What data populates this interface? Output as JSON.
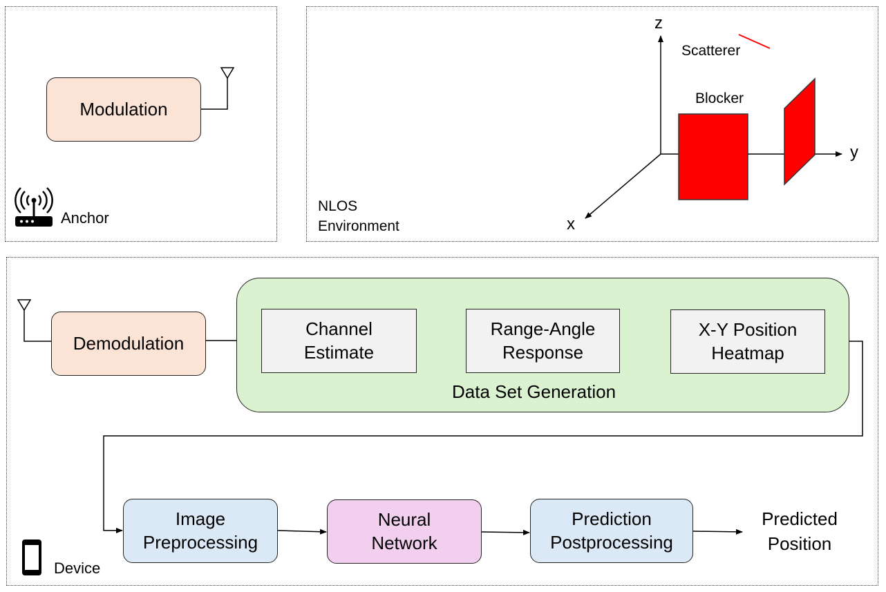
{
  "anchor_panel": {
    "modulation": "Modulation",
    "label": "Anchor"
  },
  "nlos_panel": {
    "label_line1": "NLOS",
    "label_line2": "Environment",
    "axis_x": "x",
    "axis_y": "y",
    "axis_z": "z",
    "scatterer": "Scatterer",
    "blocker": "Blocker"
  },
  "device_panel": {
    "demodulation": "Demodulation",
    "data_set_generation": "Data Set Generation",
    "channel_estimate": [
      "Channel",
      "Estimate"
    ],
    "range_angle": [
      "Range-Angle",
      "Response"
    ],
    "xy_heatmap": [
      "X-Y Position",
      "Heatmap"
    ],
    "image_preprocessing": [
      "Image",
      "Preprocessing"
    ],
    "neural_network": [
      "Neural",
      "Network"
    ],
    "prediction_postprocessing": [
      "Prediction",
      "Postprocessing"
    ],
    "predicted_position": [
      "Predicted",
      "Position"
    ],
    "label": "Device"
  },
  "colors": {
    "peach": "#fbe3d6",
    "green": "#daf2d0",
    "blue": "#dbe8f6",
    "pink": "#f2cfee",
    "gray": "#f2f2f2",
    "red": "#ff0000"
  }
}
